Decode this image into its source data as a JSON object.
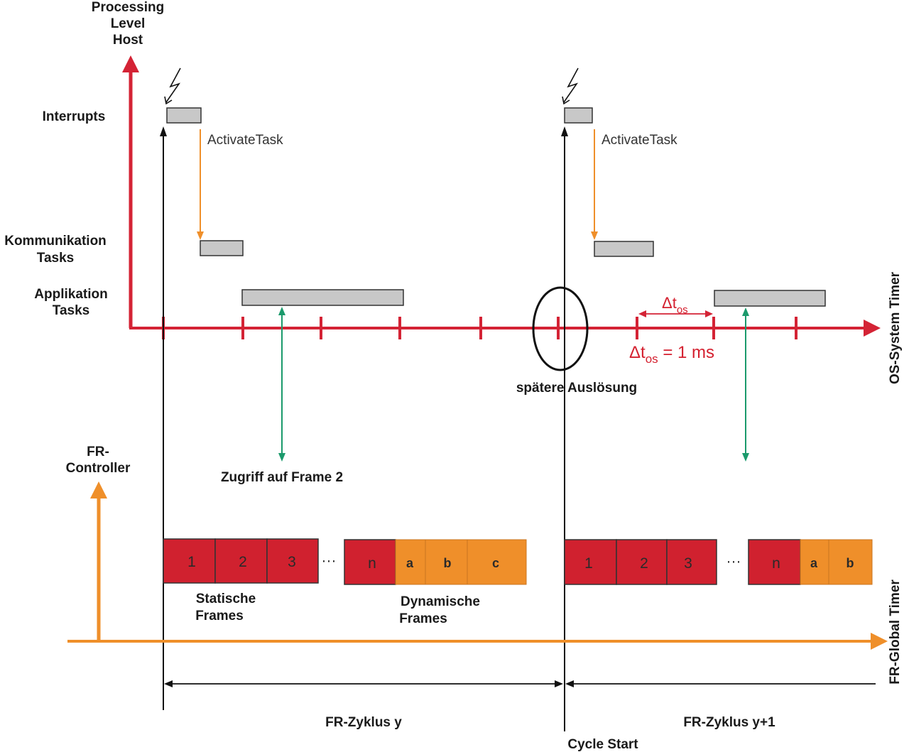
{
  "colors": {
    "red": "#d42335",
    "orange": "#ef8f2a",
    "green": "#1b9a6c",
    "gray_fill": "#c8c8c8",
    "frame_red": "#d0212f",
    "frame_orange": "#ef8f2a",
    "black": "#111111"
  },
  "axes": {
    "host_axis_label": [
      "Processing",
      "Level",
      "Host"
    ],
    "os_timer_label": "OS-System Timer",
    "fr_controller_label": [
      "FR-",
      "Controller"
    ],
    "fr_timer_label": "FR-Global Timer"
  },
  "levels": {
    "interrupts": "Interrupts",
    "kommunikation": [
      "Kommunikation",
      "Tasks"
    ],
    "applikation": [
      "Applikation",
      "Tasks"
    ]
  },
  "annotations": {
    "activate_task_1": "ActivateTask",
    "activate_task_2": "ActivateTask",
    "spaetere": "spätere Auslösung",
    "zugriff": "Zugriff auf Frame 2",
    "delta_base": "Δt",
    "delta_sub": "os",
    "delta_eq": " = 1 ms",
    "statische": [
      "Statische",
      "Frames"
    ],
    "dynamische": [
      "Dynamische",
      "Frames"
    ],
    "ellipsis": "···",
    "cycle_y": "FR-Zyklus y",
    "cycle_y1": "FR-Zyklus y+1",
    "cycle_start": "Cycle Start"
  },
  "frames_cycle_1": {
    "static": [
      "1",
      "2",
      "3"
    ],
    "last_static": "n",
    "dynamic": [
      "a",
      "b",
      "c"
    ]
  },
  "frames_cycle_2": {
    "static": [
      "1",
      "2",
      "3"
    ],
    "last_static": "n",
    "dynamic": [
      "a",
      "b"
    ]
  }
}
